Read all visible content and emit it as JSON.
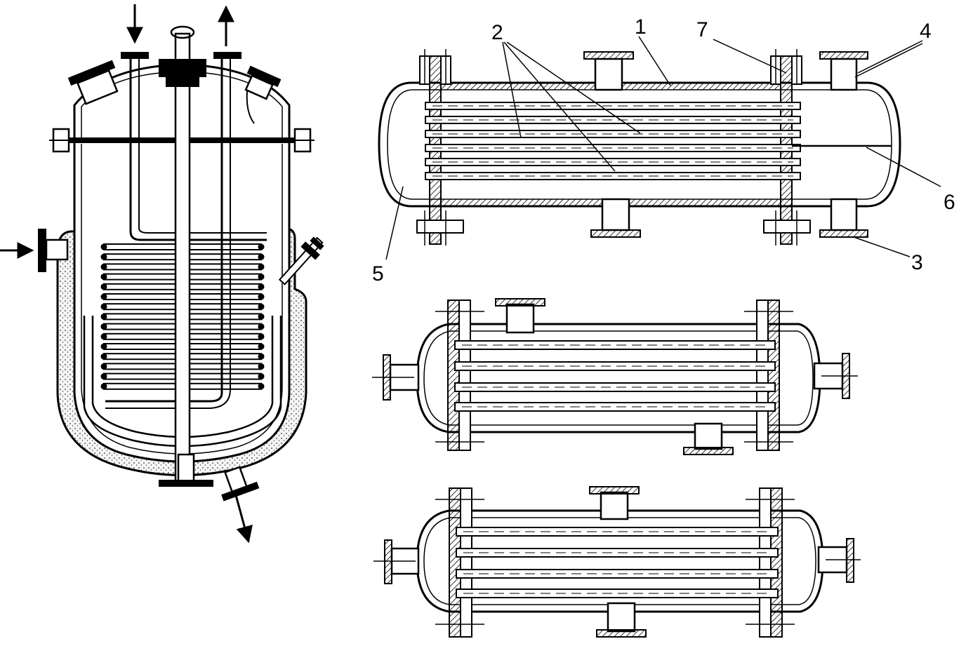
{
  "labels": {
    "l1": "1",
    "l2": "2",
    "l3": "3",
    "l4": "4",
    "l5": "5",
    "l6": "6",
    "l7": "7"
  },
  "colors": {
    "ink": "#000000",
    "paper": "#ffffff",
    "insulation": "#e8e8e8",
    "hatch": "#000000"
  },
  "icons": [
    "arrow-in-icon",
    "arrow-out-icon",
    "stirrer-motor-icon"
  ]
}
